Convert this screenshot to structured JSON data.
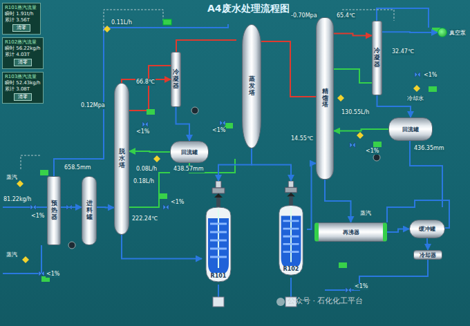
{
  "diagram": {
    "title": "A4废水处理流程图",
    "nodes": [
      {
        "text": [
          "R101蒸汽流量",
          "瞬时 1.91t/h",
          "累计 3.56T"
        ]
      },
      {
        "text": [
          "清零"
        ],
        "in": 0
      },
      {
        "text": [
          "R102蒸汽流量",
          "瞬时 56.22kg/h",
          "累计 4.03T"
        ]
      },
      {
        "text": [
          "清零"
        ],
        "in": 2
      },
      {
        "text": [
          "R103蒸汽流量",
          "瞬时 52.43kg/h",
          "累计 3.08T"
        ]
      },
      {
        "text": [
          "清零"
        ],
        "in": 4
      },
      {
        "text": [
          "预热器"
        ]
      },
      {
        "text": [
          "进料罐"
        ]
      },
      {
        "text": [
          "脱水塔"
        ]
      },
      {
        "text": [
          "冷凝器"
        ]
      },
      {
        "text": [
          "回流罐"
        ]
      },
      {
        "text": [
          "蒸发塔"
        ]
      },
      {
        "text": [
          "R101"
        ]
      },
      {
        "text": [
          "R102"
        ]
      },
      {
        "text": [
          "精馏塔"
        ]
      },
      {
        "text": [
          "冷凝器"
        ]
      },
      {
        "text": [
          "真空泵"
        ]
      },
      {
        "text": [
          "回流罐"
        ]
      },
      {
        "text": [
          "再沸器"
        ]
      },
      {
        "text": [
          "缓冲罐"
        ]
      },
      {
        "text": [
          "冷却器"
        ]
      }
    ],
    "edges": [
      {
        "from": 6,
        "to": 7,
        "arrow": "to"
      },
      {
        "from": 7,
        "to": 8,
        "arrow": "to"
      },
      {
        "from": 8,
        "to": 9,
        "arrow": "to"
      },
      {
        "from": 9,
        "to": 10,
        "arrow": "to"
      },
      {
        "from": 10,
        "to": 8,
        "arrow": "to"
      },
      {
        "from": 8,
        "to": 12,
        "arrow": "to"
      },
      {
        "from": 11,
        "to": 12,
        "arrow": "to"
      },
      {
        "from": 11,
        "to": 13,
        "arrow": "to"
      },
      {
        "from": 13,
        "to": 14,
        "arrow": "to"
      },
      {
        "from": 14,
        "to": 15,
        "arrow": "to"
      },
      {
        "from": 15,
        "to": 16,
        "arrow": "to"
      },
      {
        "from": 15,
        "to": 17,
        "arrow": "to"
      },
      {
        "from": 17,
        "to": 14,
        "arrow": "to"
      },
      {
        "from": 14,
        "to": 18,
        "arrow": "to"
      },
      {
        "from": 18,
        "to": 19,
        "arrow": "to"
      },
      {
        "from": 19,
        "to": 20,
        "arrow": "to"
      }
    ],
    "labels": [
      "0.11L/h",
      "0.12Mpa",
      "66.8℃",
      "0.08L/h",
      "0.18L/h",
      "81.22kg/h",
      "658.5mm",
      "222.24℃",
      "438.57mm",
      "-0.70Mpa",
      "65.4℃",
      "14.55℃",
      "130.55L/h",
      "436.35mm",
      "32.47℃",
      "蒸汽",
      "蒸汽",
      "冷却水",
      "蒸汽",
      "<1%",
      "<1%",
      "<1%",
      "<1%",
      "<1%",
      "<1%",
      "<1%",
      "<1%",
      "公众号 · 石化化工平台"
    ]
  }
}
